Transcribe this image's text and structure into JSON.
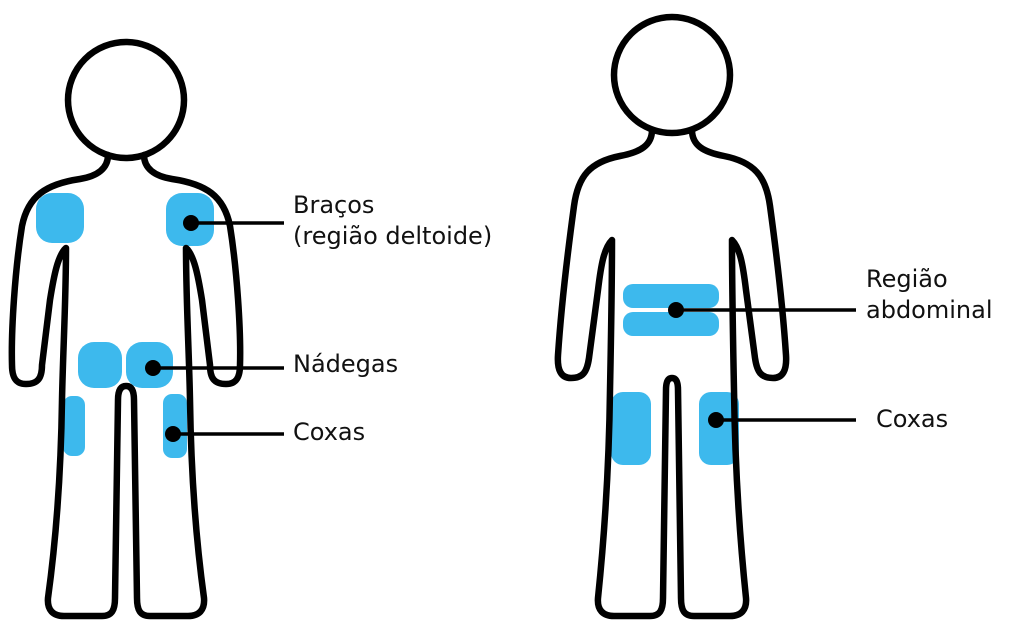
{
  "colors": {
    "injection_site": "#33b5ec",
    "outline": "#000000",
    "background": "#ffffff"
  },
  "figures": {
    "back": {
      "labels": {
        "arms_line1": "Braços",
        "arms_line2": "(região deltoide)",
        "buttocks": "Nádegas",
        "thighs": "Coxas"
      }
    },
    "front": {
      "labels": {
        "abdomen_line1": "Região",
        "abdomen_line2": "abdominal",
        "thighs": "Coxas"
      }
    }
  }
}
